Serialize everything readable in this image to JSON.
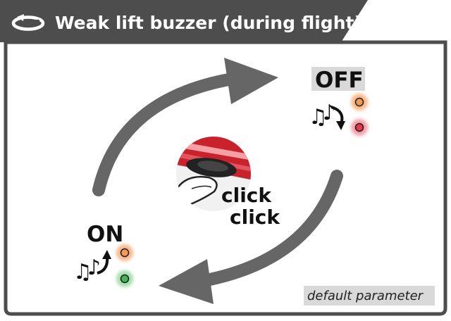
{
  "title": "Weak lift buzzer (during flight)",
  "icon": "rotate-icon",
  "states": {
    "off": {
      "label": "OFF",
      "top_led_color": "#f39a55",
      "bottom_led_color": "#e23a48"
    },
    "on": {
      "label": "ON",
      "top_led_color": "#f39a55",
      "bottom_led_color": "#48b35a"
    }
  },
  "click_text": {
    "line1": "click",
    "line2": "click"
  },
  "default_parameter": "default parameter",
  "colors": {
    "header": "#4d4d4d",
    "frame_border": "#4d4d4d",
    "arrow": "#666666",
    "highlight_bg": "#d9d9d9",
    "button_red": "#c8232c"
  }
}
